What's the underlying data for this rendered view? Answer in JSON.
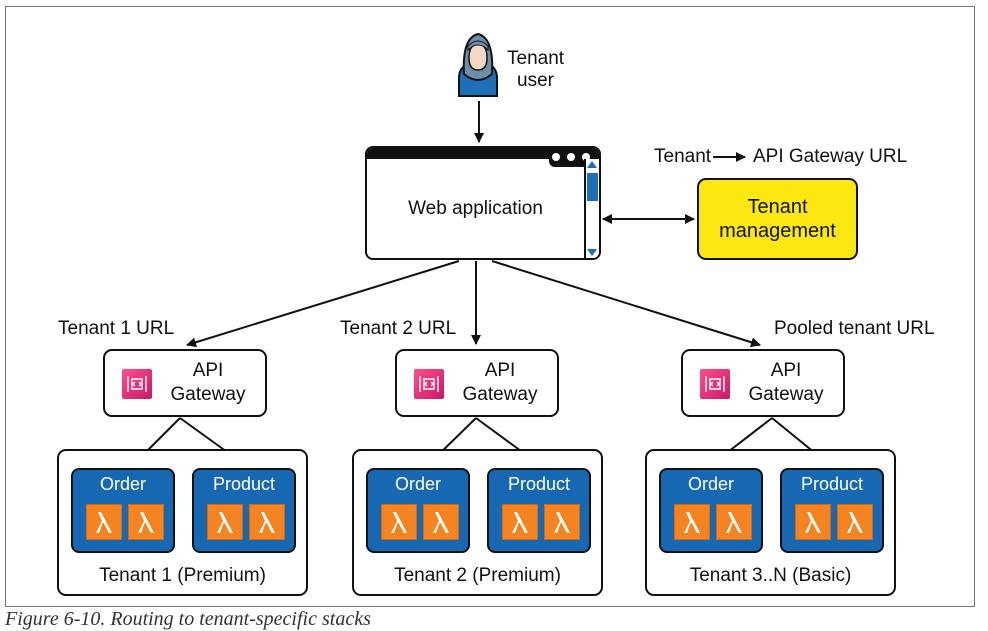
{
  "tenant_user": {
    "line1": "Tenant",
    "line2": "user"
  },
  "web_app": {
    "label": "Web application"
  },
  "mapping": {
    "from": "Tenant",
    "to": "API Gateway URL"
  },
  "tenant_management": {
    "line1": "Tenant",
    "line2": "management"
  },
  "routes": [
    {
      "url_label": "Tenant 1 URL",
      "gateway_line1": "API",
      "gateway_line2": "Gateway",
      "services": [
        "Order",
        "Product"
      ],
      "tenant": "Tenant 1 (Premium)"
    },
    {
      "url_label": "Tenant 2 URL",
      "gateway_line1": "API",
      "gateway_line2": "Gateway",
      "services": [
        "Order",
        "Product"
      ],
      "tenant": "Tenant 2 (Premium)"
    },
    {
      "url_label": "Pooled tenant URL",
      "gateway_line1": "API",
      "gateway_line2": "Gateway",
      "services": [
        "Order",
        "Product"
      ],
      "tenant": "Tenant 3..N (Basic)"
    }
  ],
  "caption": "Figure 6-10. Routing to tenant-specific stacks",
  "colors": {
    "management": "#fde711",
    "service": "#1768b3",
    "lambda": "#f58420",
    "gateway_icon": "#e7157b"
  },
  "icons": [
    "user-icon",
    "api-gateway-icon",
    "lambda-icon",
    "browser-window-icon"
  ]
}
